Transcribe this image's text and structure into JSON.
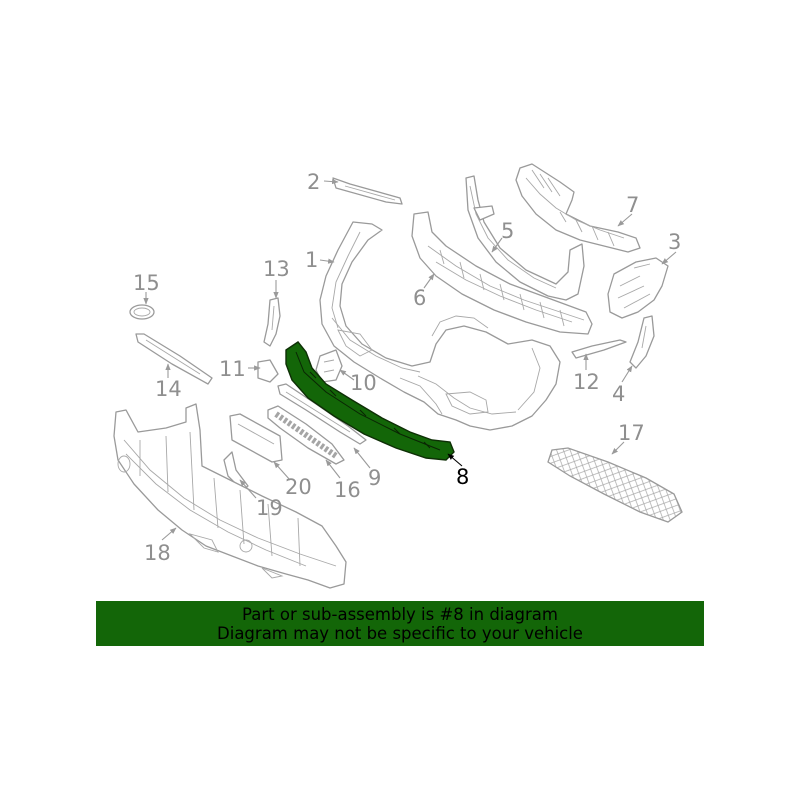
{
  "highlight_color": "#136608",
  "banner": {
    "background": "#136608",
    "line1": "Part or sub-assembly is #8 in diagram",
    "line2": "Diagram may not be specific to your vehicle"
  },
  "highlighted_part": "8",
  "callouts": {
    "c1": "1",
    "c2": "2",
    "c3": "3",
    "c4": "4",
    "c5": "5",
    "c6": "6",
    "c7": "7",
    "c8": "8",
    "c9": "9",
    "c10": "10",
    "c11": "11",
    "c12": "12",
    "c13": "13",
    "c14": "14",
    "c15": "15",
    "c16": "16",
    "c17": "17",
    "c18": "18",
    "c19": "19",
    "c20": "20"
  }
}
